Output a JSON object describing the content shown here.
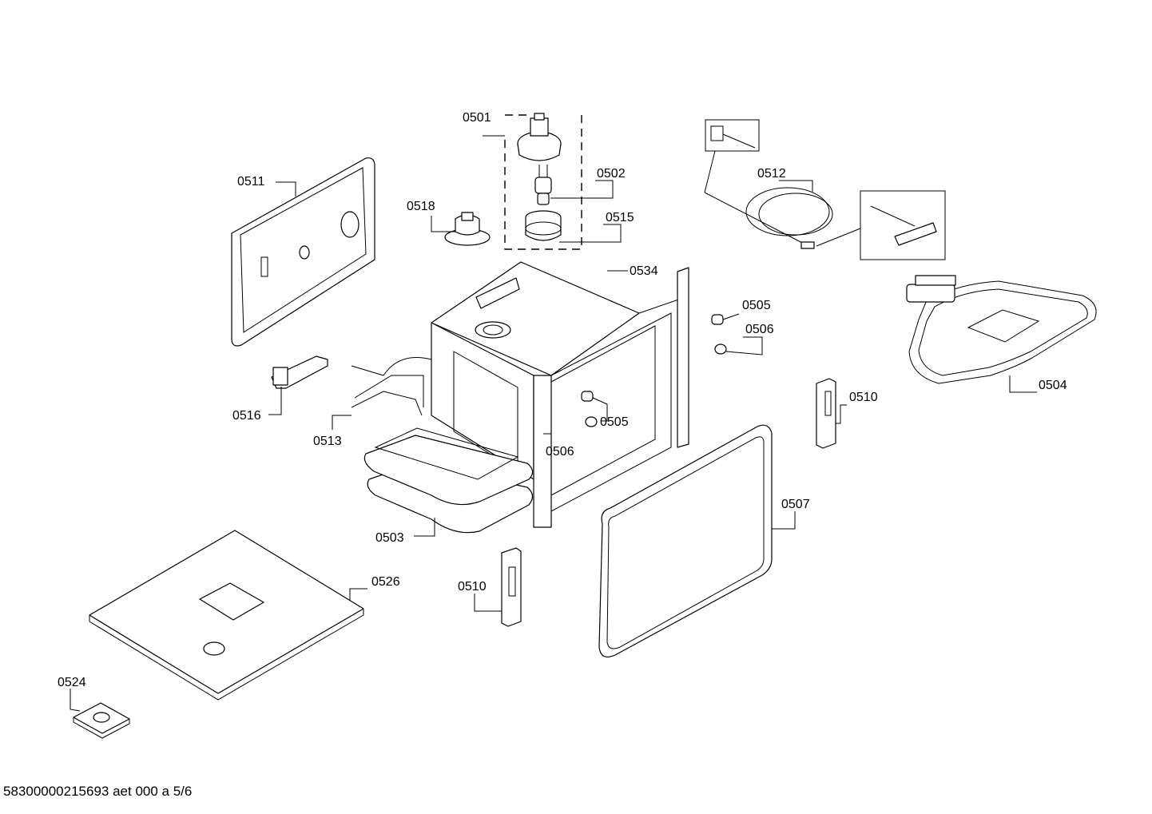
{
  "callouts": {
    "c0501": "0501",
    "c0502": "0502",
    "c0515": "0515",
    "c0518": "0518",
    "c0511": "0511",
    "c0512": "0512",
    "c0534": "0534",
    "c0505a": "0505",
    "c0506a": "0506",
    "c0504": "0504",
    "c0510a": "0510",
    "c0516": "0516",
    "c0513": "0513",
    "c0505b": "0505",
    "c0506b": "0506",
    "c0507": "0507",
    "c0503": "0503",
    "c0526": "0526",
    "c0510b": "0510",
    "c0524": "0524"
  },
  "footer": "58300000215693 aet 000 a 5/6"
}
